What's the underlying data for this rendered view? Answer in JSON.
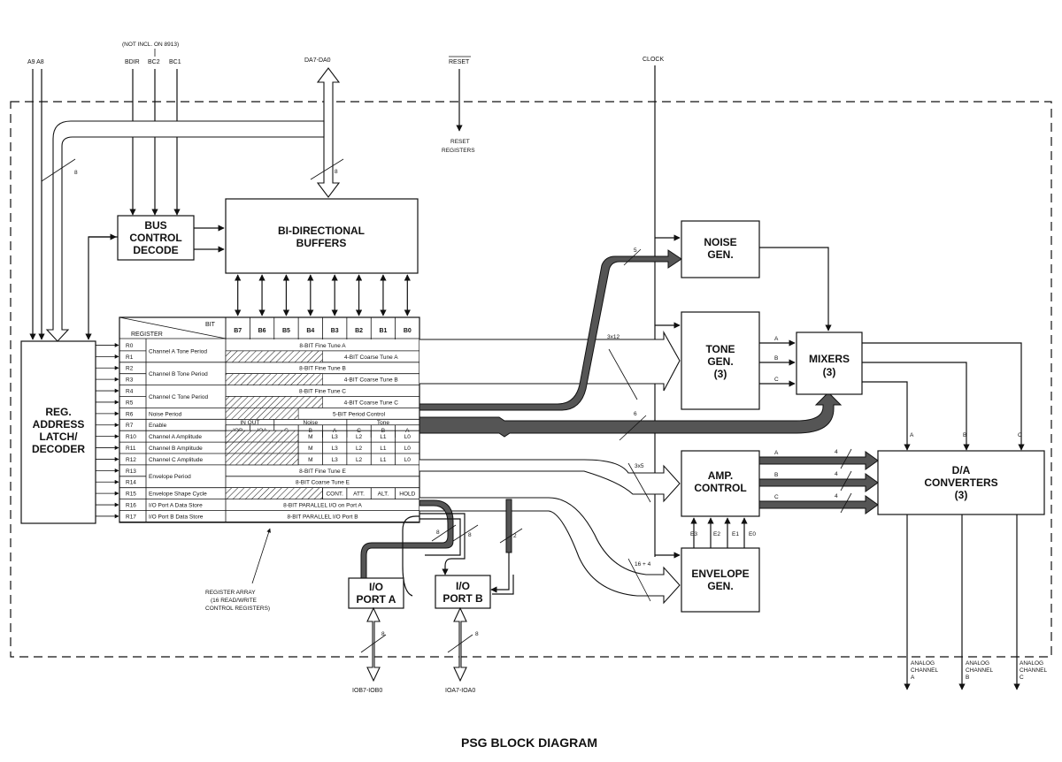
{
  "title": "PSG BLOCK DIAGRAM",
  "signals": {
    "a9a8": "A9 A8",
    "bdir": "BDIR",
    "bc2": "BC2",
    "bc1": "BC1",
    "not_incl_note": "(NOT INCL. ON 8913)",
    "da_bus": "DA7-DA0",
    "reset": "RESET",
    "reset_registers": [
      "RESET",
      "REGISTERS"
    ],
    "clock": "CLOCK",
    "iob_bus": "IOB7-IOB0",
    "ioa_bus": "IOA7-IOA0"
  },
  "blocks": {
    "bus_control": [
      "BUS",
      "CONTROL",
      "DECODE"
    ],
    "bidir_buffers": [
      "BI-DIRECTIONAL",
      "BUFFERS"
    ],
    "reg_latch": [
      "REG.",
      "ADDRESS",
      "LATCH/",
      "DECODER"
    ],
    "noise_gen": [
      "NOISE",
      "GEN."
    ],
    "tone_gen": [
      "TONE",
      "GEN.",
      "(3)"
    ],
    "mixers": [
      "MIXERS",
      "(3)"
    ],
    "amp_control": [
      "AMP.",
      "CONTROL"
    ],
    "envelope_gen": [
      "ENVELOPE",
      "GEN."
    ],
    "da_converters": [
      "D/A",
      "CONVERTERS",
      "(3)"
    ],
    "io_port_a": [
      "I/O",
      "PORT A"
    ],
    "io_port_b": [
      "I/O",
      "PORT B"
    ]
  },
  "bus_widths": {
    "addr": "8",
    "da": "8",
    "noise": "5",
    "tone": "3x12",
    "mixer": "6",
    "amp": "3x5",
    "env": "16 + 4",
    "pa": "8",
    "pb": "8",
    "r7": "2",
    "ioa_ext": "8",
    "iob_ext": "8",
    "amp_out_a": "4",
    "amp_out_b": "4",
    "amp_out_c": "4"
  },
  "channel_labels": {
    "tone_a": "A",
    "tone_b": "B",
    "tone_c": "C",
    "mix_a": "A",
    "mix_b": "B",
    "mix_c": "C",
    "amp_a": "A",
    "amp_b": "B",
    "amp_c": "C"
  },
  "env_signals": [
    "E3",
    "E2",
    "E1",
    "E0"
  ],
  "analog_outputs": [
    [
      "ANALOG",
      "CHANNEL",
      "A"
    ],
    [
      "ANALOG",
      "CHANNEL",
      "B"
    ],
    [
      "ANALOG",
      "CHANNEL",
      "C"
    ]
  ],
  "register_array": {
    "header_bit": "BIT",
    "header_register": "REGISTER",
    "bits": [
      "B7",
      "B6",
      "B5",
      "B4",
      "B3",
      "B2",
      "B1",
      "B0"
    ],
    "rows": [
      {
        "reg": "R0",
        "fn": "Channel A Tone Period",
        "text": "8-BIT Fine Tune A"
      },
      {
        "reg": "R1",
        "fn": "",
        "text": "4-BIT Coarse Tune A"
      },
      {
        "reg": "R2",
        "fn": "Channel B Tone Period",
        "text": "8-BIT Fine Tune B"
      },
      {
        "reg": "R3",
        "fn": "",
        "text": "4-BIT Coarse Tune B"
      },
      {
        "reg": "R4",
        "fn": "Channel C Tone Period",
        "text": "8-BIT Fine Tune C"
      },
      {
        "reg": "R5",
        "fn": "",
        "text": "4-BIT Coarse Tune C"
      },
      {
        "reg": "R6",
        "fn": "Noise Period",
        "text": "5-BIT Period Control"
      },
      {
        "reg": "R7",
        "fn": "Enable",
        "text": ""
      },
      {
        "reg": "R10",
        "fn": "Channel A Amplitude",
        "text": ""
      },
      {
        "reg": "R11",
        "fn": "Channel B Amplitude",
        "text": ""
      },
      {
        "reg": "R12",
        "fn": "Channel C Amplitude",
        "text": ""
      },
      {
        "reg": "R13",
        "fn": "Envelope Period",
        "text": "8-BIT Fine Tune E"
      },
      {
        "reg": "R14",
        "fn": "",
        "text": "8-BIT Coarse Tune E"
      },
      {
        "reg": "R15",
        "fn": "Envelope Shape Cycle",
        "text": ""
      },
      {
        "reg": "R16",
        "fn": "I/O Port A Data Store",
        "text": "8-BIT PARALLEL I/O on Port A"
      },
      {
        "reg": "R17",
        "fn": "I/O Port B Data Store",
        "text": "8-BIT PARALLEL I/O Port B"
      }
    ],
    "r7_labels": {
      "inout": "IN OUT",
      "noise": "Noise",
      "tone": "Tone"
    },
    "r7_bits": [
      "IOB",
      "IOA",
      "C",
      "B",
      "A",
      "C",
      "B",
      "A"
    ],
    "amp_bits": [
      "M",
      "L3",
      "L2",
      "L1",
      "L0"
    ],
    "r15_bits": [
      "CONT.",
      "ATT.",
      "ALT.",
      "HOLD"
    ],
    "note": [
      "REGISTER ARRAY",
      "(16 READ/WRITE",
      "CONTROL REGISTERS)"
    ]
  }
}
